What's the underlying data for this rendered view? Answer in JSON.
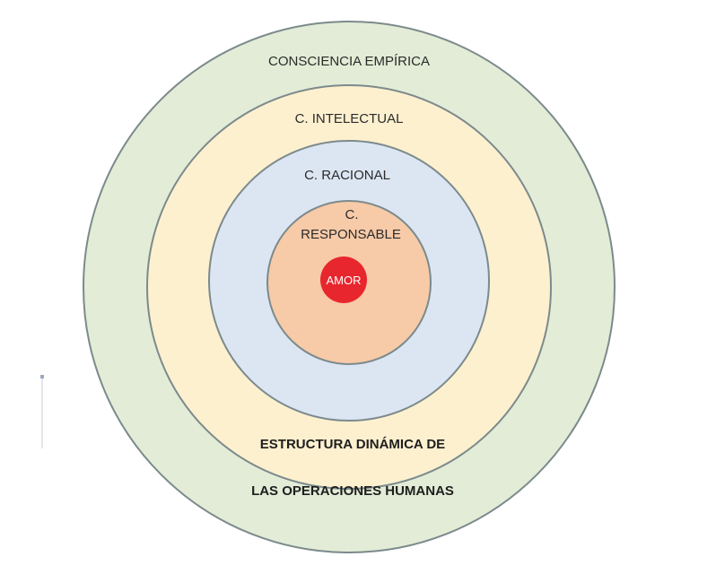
{
  "diagram": {
    "rings": [
      {
        "id": "empirica",
        "label": "CONSCIENCIA EMPÍRICA",
        "fill": "#e3ecd6",
        "stroke": "#7c8a8c"
      },
      {
        "id": "intelectual",
        "label": "C. INTELECTUAL",
        "fill": "#fdf0cf",
        "stroke": "#7c8a8c"
      },
      {
        "id": "racional",
        "label": "C. RACIONAL",
        "fill": "#dce6f3",
        "stroke": "#7c8a8c"
      },
      {
        "id": "responsable",
        "label_line1": "C.",
        "label_line2": "RESPONSABLE",
        "fill": "#f7caa8",
        "stroke": "#7c8a8c"
      }
    ],
    "core": {
      "label": "AMOR",
      "fill": "#e8262e"
    },
    "caption": {
      "line1": "ESTRUCTURA DINÁMICA DE",
      "line2": "LAS OPERACIONES HUMANAS"
    }
  }
}
